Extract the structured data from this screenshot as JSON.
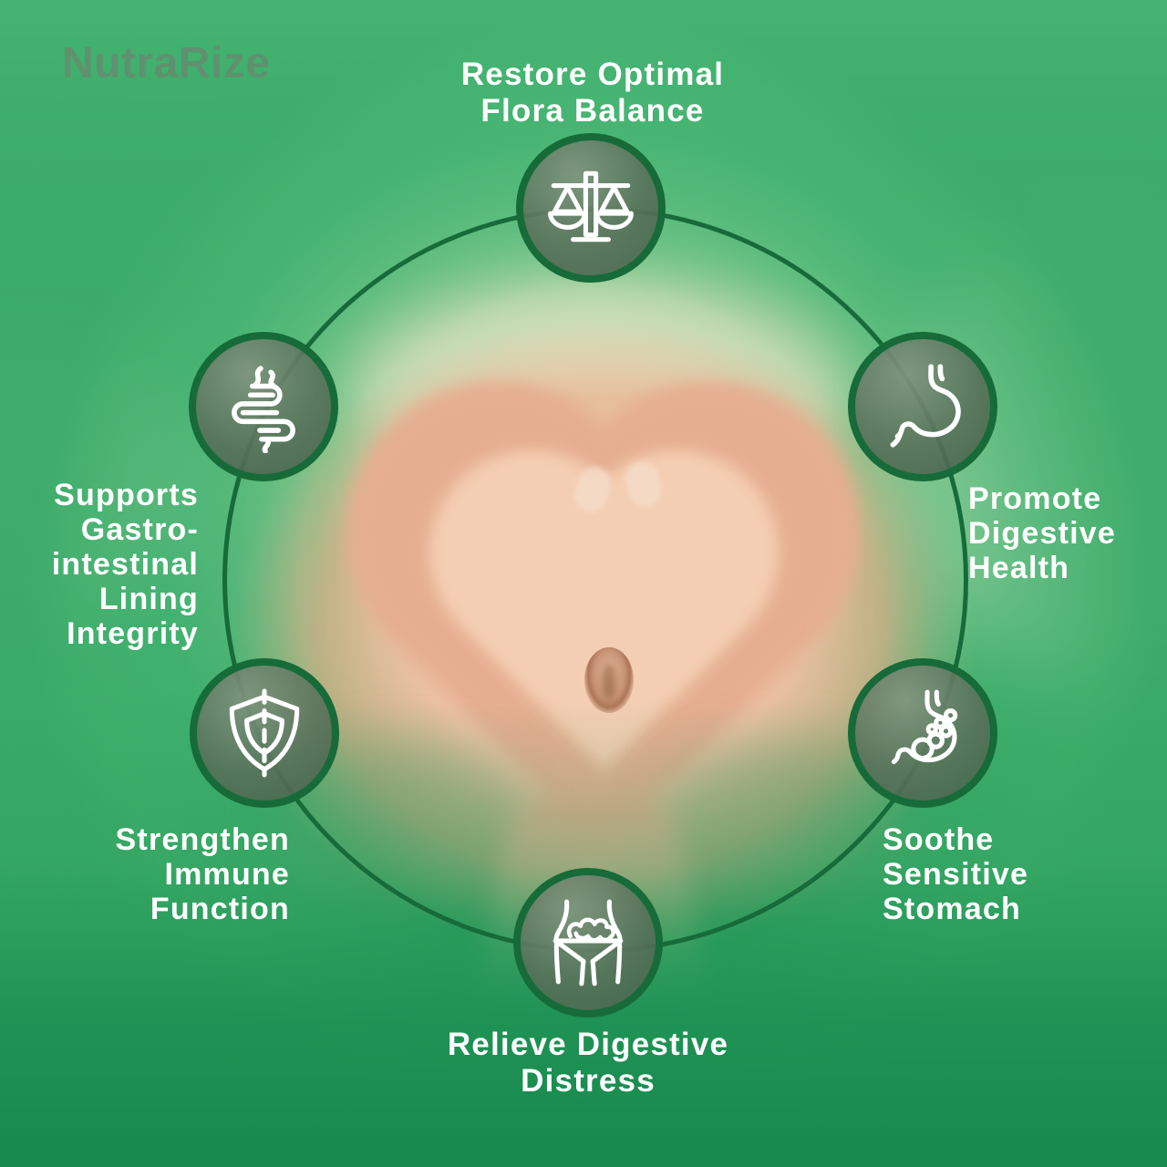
{
  "brand": {
    "logo_text": "NutraRize"
  },
  "colors": {
    "background_green": "#3fae6e",
    "background_green_dark": "#178a4e",
    "ring_green": "#166b39",
    "badge_fill": "rgba(88,113,90,0.9)",
    "icon_stroke": "#ffffff",
    "label_text": "#ffffff",
    "logo_text_color": "#5f916e"
  },
  "benefits": [
    {
      "id": "restore-flora-balance",
      "icon": "balance-scale-icon",
      "label": "Restore Optimal Flora Balance",
      "lines": [
        "Restore Optimal",
        "Flora Balance"
      ]
    },
    {
      "id": "gastrointestinal-lining",
      "icon": "intestines-icon",
      "label": "Supports Gastro-intestinal Lining Integrity",
      "lines": [
        "Supports",
        "Gastro-",
        "intestinal",
        "Lining",
        "Integrity"
      ]
    },
    {
      "id": "digestive-health",
      "icon": "stomach-icon",
      "label": "Promote Digestive Health",
      "lines": [
        "Promote",
        "Digestive",
        "Health"
      ]
    },
    {
      "id": "immune-function",
      "icon": "shield-icon",
      "label": "Strengthen Immune Function",
      "lines": [
        "Strengthen",
        "Immune",
        "Function"
      ]
    },
    {
      "id": "sensitive-stomach",
      "icon": "stomach-probiotics-icon",
      "label": "Soothe Sensitive Stomach",
      "lines": [
        "Soothe",
        "Sensitive",
        "Stomach"
      ]
    },
    {
      "id": "digestive-distress",
      "icon": "waist-intestines-icon",
      "label": "Relieve Digestive Distress",
      "lines": [
        "Relieve Digestive",
        "Distress"
      ]
    }
  ]
}
